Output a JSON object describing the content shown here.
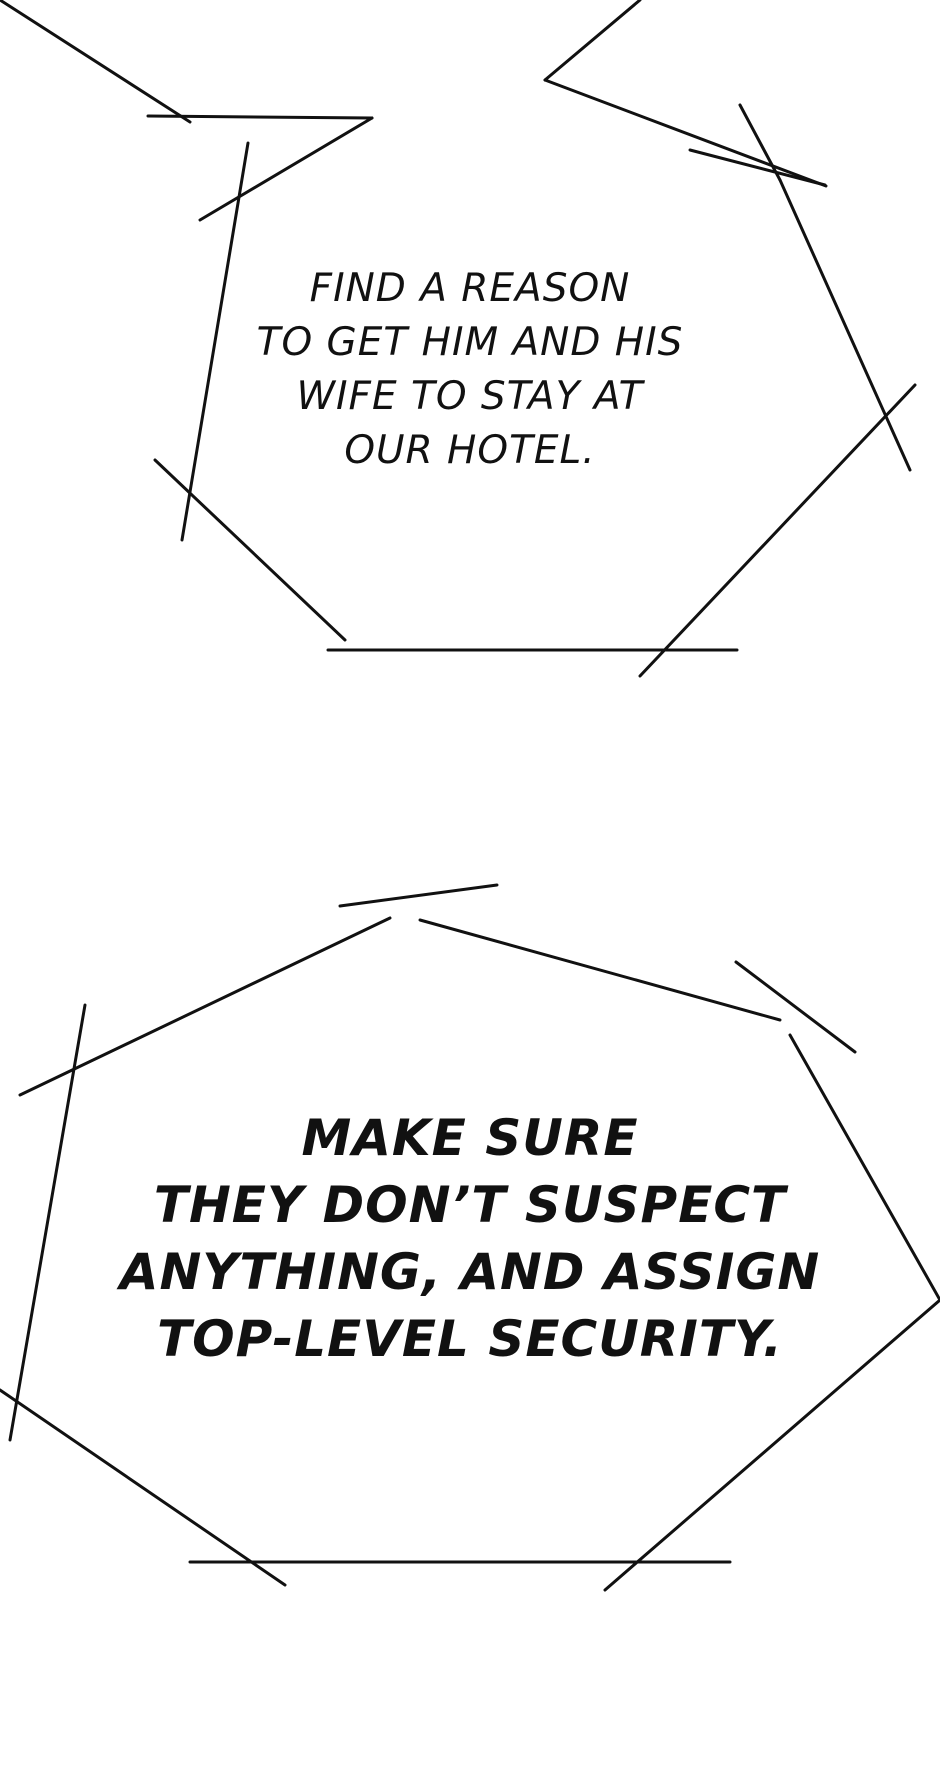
{
  "bubbles": [
    {
      "lines": [
        "FIND A REASON",
        "TO GET HIM AND HIS",
        "WIFE TO STAY AT",
        "OUR HOTEL."
      ]
    },
    {
      "lines": [
        "MAKE SURE",
        "THEY DON’T SUSPECT",
        "ANYTHING, AND ASSIGN",
        "TOP-LEVEL SECURITY."
      ]
    }
  ],
  "colors": {
    "background": "#ffffff",
    "ink": "#111111"
  }
}
